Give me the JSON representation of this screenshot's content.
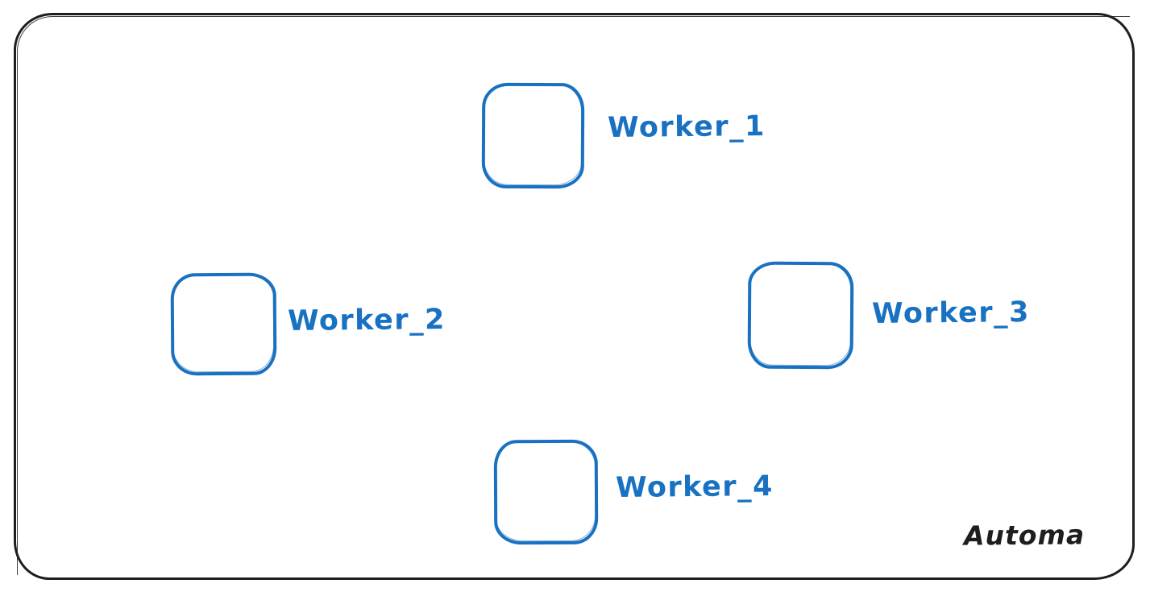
{
  "diagram": {
    "watermark": "Automa",
    "accent_color": "#1971c2",
    "stroke_color": "#1e1e1e",
    "nodes": [
      {
        "id": "worker-1",
        "label": "Worker_1",
        "shape": "rounded-square"
      },
      {
        "id": "worker-2",
        "label": "Worker_2",
        "shape": "rounded-square"
      },
      {
        "id": "worker-3",
        "label": "Worker_3",
        "shape": "rounded-square"
      },
      {
        "id": "worker-4",
        "label": "Worker_4",
        "shape": "rounded-square"
      }
    ]
  }
}
